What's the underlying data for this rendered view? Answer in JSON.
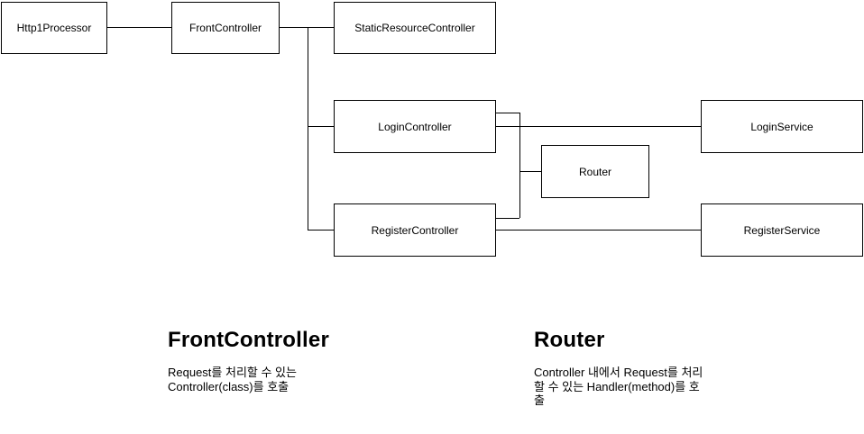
{
  "diagram": {
    "nodes": [
      {
        "id": "http1processor",
        "label": "Http1Processor"
      },
      {
        "id": "frontcontroller",
        "label": "FrontController"
      },
      {
        "id": "staticresourcecontroller",
        "label": "StaticResourceController"
      },
      {
        "id": "logincontroller",
        "label": "LoginController"
      },
      {
        "id": "registercontroller",
        "label": "RegisterController"
      },
      {
        "id": "router",
        "label": "Router"
      },
      {
        "id": "loginservice",
        "label": "LoginService"
      },
      {
        "id": "registerservice",
        "label": "RegisterService"
      }
    ],
    "edges": [
      {
        "from": "Http1Processor",
        "to": "FrontController"
      },
      {
        "from": "FrontController",
        "to": "StaticResourceController"
      },
      {
        "from": "FrontController",
        "to": "LoginController"
      },
      {
        "from": "FrontController",
        "to": "RegisterController"
      },
      {
        "from": "LoginController",
        "to": "Router"
      },
      {
        "from": "RegisterController",
        "to": "Router"
      },
      {
        "from": "LoginController",
        "to": "LoginService"
      },
      {
        "from": "RegisterController",
        "to": "RegisterService"
      }
    ]
  },
  "notes": {
    "front": {
      "title": "FrontController",
      "lines": {
        "0": "Request를 처리할 수 있는",
        "1": "Controller(class)를 호출"
      }
    },
    "router": {
      "title": "Router",
      "lines": {
        "0": "Controller 내에서 Request를 처리",
        "1": "할 수 있는 Handler(method)를 호",
        "2": "출"
      }
    }
  },
  "colors": {
    "background": "#ffffff",
    "box_fill": "#ffffff",
    "line": "#000000",
    "text": "#000000"
  }
}
